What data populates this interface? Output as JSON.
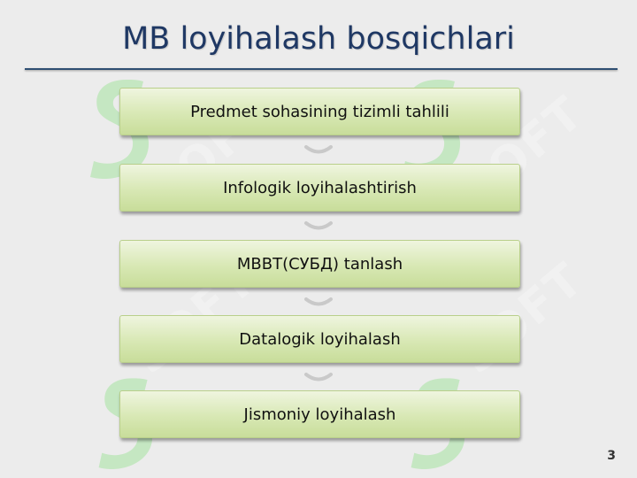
{
  "slide": {
    "title": "MB loyihalash bosqichlari",
    "page_number": "3"
  },
  "watermark": {
    "text": "SOFT"
  },
  "diagram": {
    "steps": [
      {
        "label": "Predmet sohasining tizimli tahlili"
      },
      {
        "label": "Infologik loyihalashtirish"
      },
      {
        "label": "MBBT(СУБД) tanlash"
      },
      {
        "label": "Datalogik loyihalash"
      },
      {
        "label": "Jismoniy loyihalash"
      }
    ]
  },
  "colors": {
    "title": "#1f3864",
    "step_fill": "#d8e8b4",
    "step_border": "#b9cf8b",
    "watermark_green": "#a6e3a0"
  }
}
